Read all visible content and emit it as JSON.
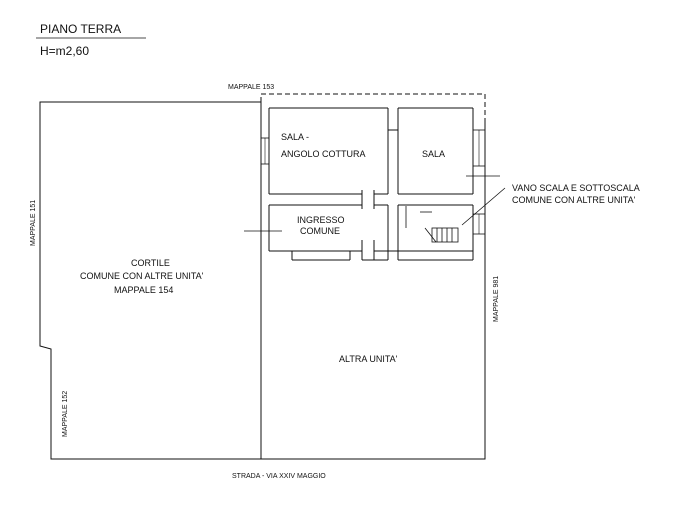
{
  "header": {
    "title": "PIANO TERRA",
    "height_note": "H=m2,60"
  },
  "labels": {
    "north_boundary": "MAPPALE 153",
    "west_boundary_upper": "MAPPALE 151",
    "west_boundary_lower": "MAPPALE 152",
    "east_boundary": "MAPPALE 981",
    "south_boundary": "STRADA - VIA XXIV MAGGIO"
  },
  "rooms": {
    "sala_angolo_line1": "SALA -",
    "sala_angolo_line2": "ANGOLO COTTURA",
    "sala": "SALA",
    "ingresso_line1": "INGRESSO",
    "ingresso_line2": "COMUNE",
    "cortile_line1": "CORTILE",
    "cortile_line2": "COMUNE CON ALTRE UNITA'",
    "cortile_line3": "MAPPALE 154",
    "altra_unita": "ALTRA UNITA'"
  },
  "callout": {
    "line1": "VANO SCALA E SOTTOSCALA",
    "line2": "COMUNE CON ALTRE UNITA'"
  }
}
